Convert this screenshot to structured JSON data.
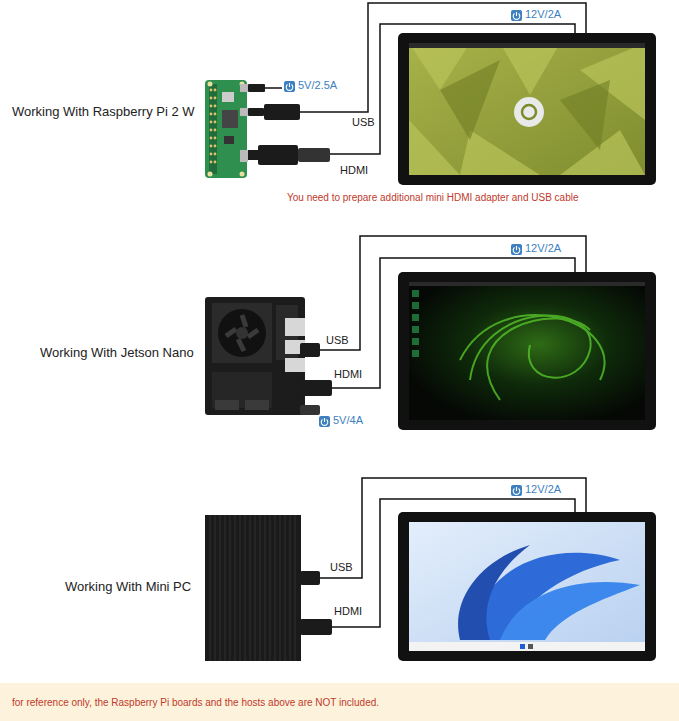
{
  "diagram": {
    "nodes": [
      {
        "text": [
          "for reference only, the Raspberry Pi boards and the hosts above are NOT included."
        ]
      }
    ],
    "labels": [
      "Working With Raspberry Pi 2 W",
      "5V/2.5A",
      "12V/2A",
      "USB",
      "HDMI",
      "You need to prepare additional mini HDMI adapter and USB cable",
      "Working With Jetson Nano",
      "12V/2A",
      "USB",
      "HDMI",
      "5V/4A",
      "Working With Mini PC",
      "12V/2A",
      "USB",
      "HDMI"
    ]
  }
}
